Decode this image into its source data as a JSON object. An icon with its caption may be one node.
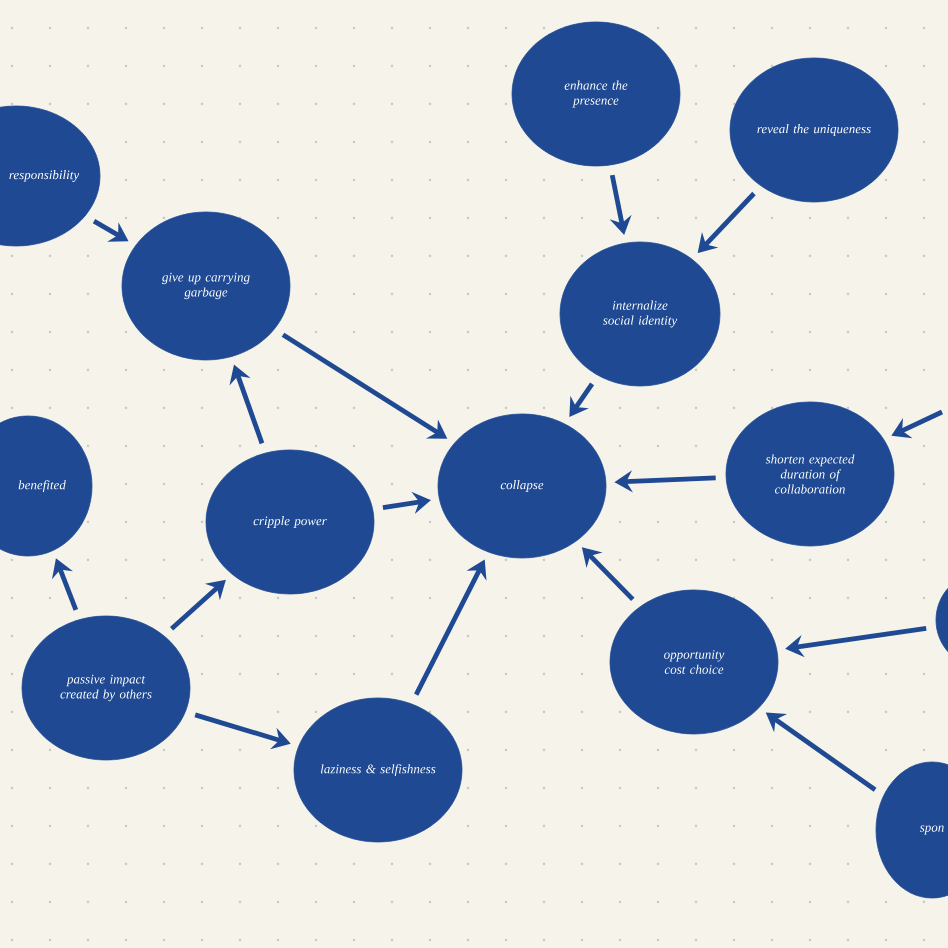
{
  "diagram": {
    "nodes": [
      {
        "text": [
          "responsibility"
        ]
      },
      {
        "text": [
          "give up carrying garbage"
        ]
      },
      {
        "text": [
          "enhance the presence"
        ]
      },
      {
        "text": [
          "reveal the uniqueness"
        ]
      },
      {
        "text": [
          "internalize social identity"
        ]
      },
      {
        "text": [
          "benefited"
        ]
      },
      {
        "text": [
          "cripple power"
        ]
      },
      {
        "text": [
          "collapse"
        ]
      },
      {
        "text": [
          "shorten expected duration of collaboration"
        ]
      },
      {
        "text": [
          "passive impact created by others"
        ]
      },
      {
        "text": [
          "opportunity cost choice"
        ]
      },
      {
        "text": [
          "laziness & selfishness"
        ]
      },
      {
        "text": [
          "spon"
        ]
      },
      {
        "text": [],
        "shape": "circle"
      }
    ],
    "edges": [
      {
        "from": 0,
        "to": 1,
        "arrow": "to"
      },
      {
        "from": 1,
        "to": 7,
        "arrow": "to"
      },
      {
        "from": 6,
        "to": 1,
        "arrow": "to"
      },
      {
        "from": 2,
        "to": 4,
        "arrow": "to"
      },
      {
        "from": 3,
        "to": 4,
        "arrow": "to"
      },
      {
        "from": 4,
        "to": 7,
        "arrow": "to"
      },
      {
        "from": null,
        "to": 8,
        "arrow": "to"
      },
      {
        "from": 8,
        "to": 7,
        "arrow": "to"
      },
      {
        "from": 6,
        "to": 7,
        "arrow": "to"
      },
      {
        "from": 9,
        "to": 5,
        "arrow": "to"
      },
      {
        "from": 9,
        "to": 6,
        "arrow": "to"
      },
      {
        "from": 9,
        "to": 11,
        "arrow": "to"
      },
      {
        "from": 11,
        "to": 7,
        "arrow": "to"
      },
      {
        "from": 10,
        "to": 7,
        "arrow": "to"
      },
      {
        "from": 13,
        "to": 10,
        "arrow": "to"
      },
      {
        "from": 12,
        "to": 10,
        "arrow": "to"
      }
    ]
  }
}
